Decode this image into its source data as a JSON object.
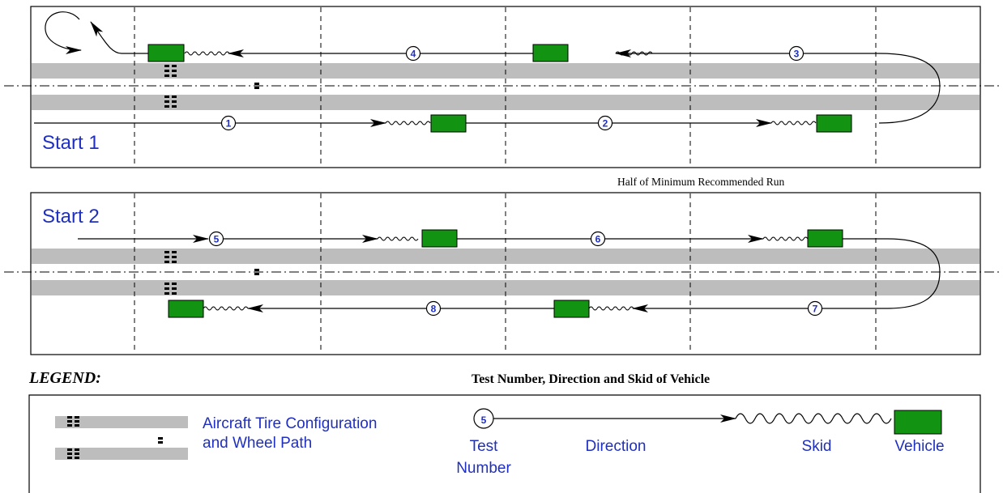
{
  "panel1": {
    "start_label": "Start 1",
    "tests": [
      "1",
      "2",
      "3",
      "4"
    ]
  },
  "half_run_label": "Half of Minimum Recommended Run",
  "panel2": {
    "start_label": "Start 2",
    "tests": [
      "5",
      "6",
      "7",
      "8"
    ]
  },
  "legend": {
    "heading": "LEGEND:",
    "subheading": "Test Number, Direction and Skid of Vehicle",
    "tire_label_line1": "Aircraft Tire Configuration",
    "tire_label_line2": "and Wheel Path",
    "example_test_number": "5",
    "test_label_line1": "Test",
    "test_label_line2": "Number",
    "direction_label": "Direction",
    "skid_label": "Skid",
    "vehicle_label": "Vehicle"
  },
  "colors": {
    "vehicle": "#129412",
    "wheel_path": "#bdbdbd",
    "label_blue": "#1f2fbf"
  }
}
